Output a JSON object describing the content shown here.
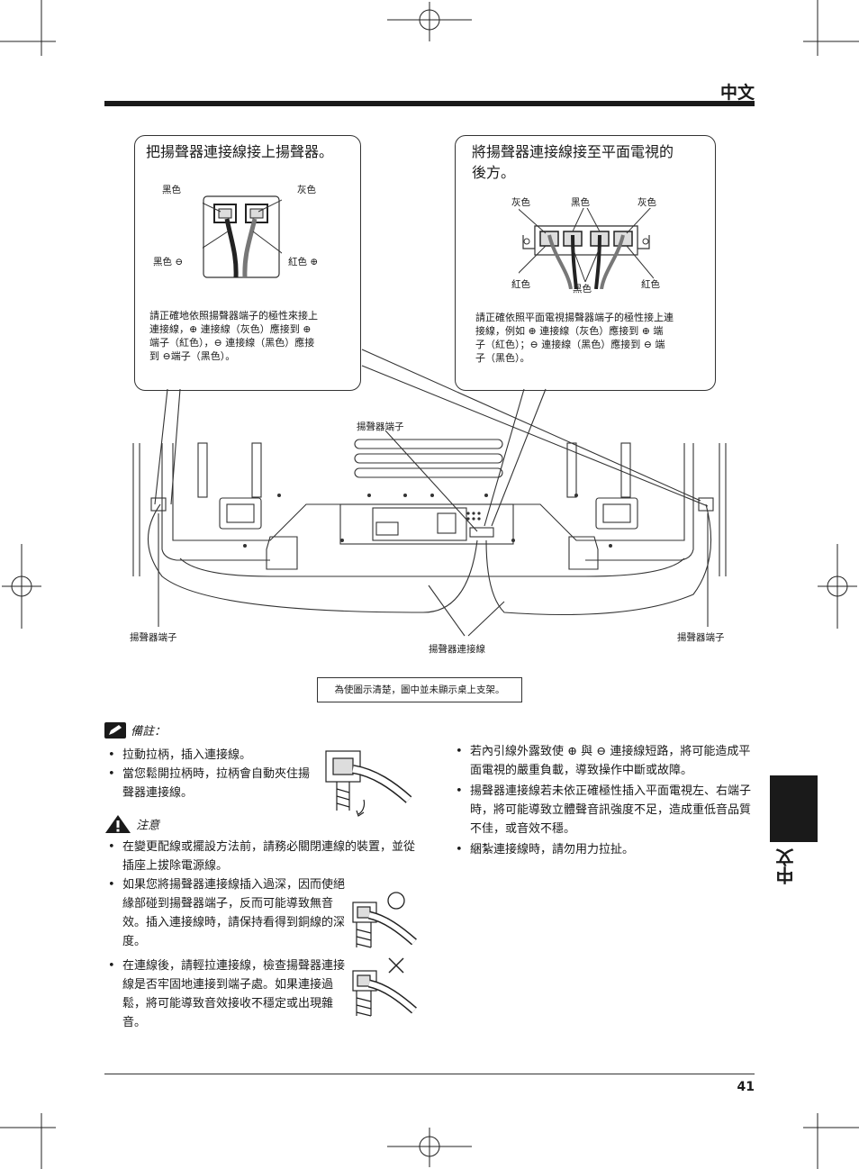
{
  "header": {
    "language": "中文"
  },
  "side_tab": {
    "label": "中文"
  },
  "callout_left": {
    "title": "把揚聲器連接線接上揚聲器。",
    "label_black_top": "黑色",
    "label_gray_top": "灰色",
    "label_black_minus": "黑色 ⊖",
    "label_red_plus": "紅色 ⊕",
    "text": [
      "請正確地依照揚聲器端子的極性來接上",
      "連接線，⊕ 連接線（灰色）應接到 ⊕",
      "端子（紅色），⊖ 連接線（黑色）應接",
      "到 ⊖端子（黑色）。"
    ]
  },
  "callout_right": {
    "title": [
      "將揚聲器連接線接至平面電視的",
      "後方。"
    ],
    "label_gray_left": "灰色",
    "label_black_top": "黑色",
    "label_gray_right": "灰色",
    "label_red_left": "紅色",
    "label_black_bottom": "黑色",
    "label_red_right": "紅色",
    "text": [
      "請正確依照平面電視揚聲器端子的極性接上連",
      "接線，例如 ⊕ 連接線（灰色）應接到 ⊕ 端",
      "子（紅色）；⊖ 連接線（黑色）應接到 ⊖ 端",
      "子（黑色）。"
    ]
  },
  "diagram": {
    "label_terminal_top": "揚聲器端子",
    "label_terminal_left": "揚聲器端子",
    "label_terminal_right": "揚聲器端子",
    "label_cable": "揚聲器連接線"
  },
  "caption": "為使圖示清楚，圖中並未顯示桌上支架。",
  "notes": {
    "heading": "備註：",
    "items": [
      "拉動拉柄，插入連接線。",
      "當您鬆開拉柄時，拉柄會自動夾住揚聲器連接線。"
    ]
  },
  "caution": {
    "heading": "注意",
    "items": [
      "在變更配線或擺設方法前，請務必關閉連線的裝置，並從插座上拔除電源線。",
      "如果您將揚聲器連接線插入過深，因而使絕緣部碰到揚聲器端子，反而可能導致無音效。插入連接線時，請保持看得到銅線的深度。",
      "在連線後，請輕拉連接線，檢查揚聲器連接線是否牢固地連接到端子處。如果連接過鬆，將可能導致音效接收不穩定或出現雜音。"
    ]
  },
  "right_notes": {
    "items": [
      "若內引線外露致使 ⊕ 與 ⊖ 連接線短路，將可能造成平面電視的嚴重負載，導致操作中斷或故障。",
      "揚聲器連接線若未依正確極性插入平面電視左、右端子時，將可能導致立體聲音訊強度不足，造成重低音品質不佳，或音效不穩。",
      "綑紮連接線時，請勿用力拉扯。"
    ]
  },
  "page": {
    "number": "41"
  }
}
